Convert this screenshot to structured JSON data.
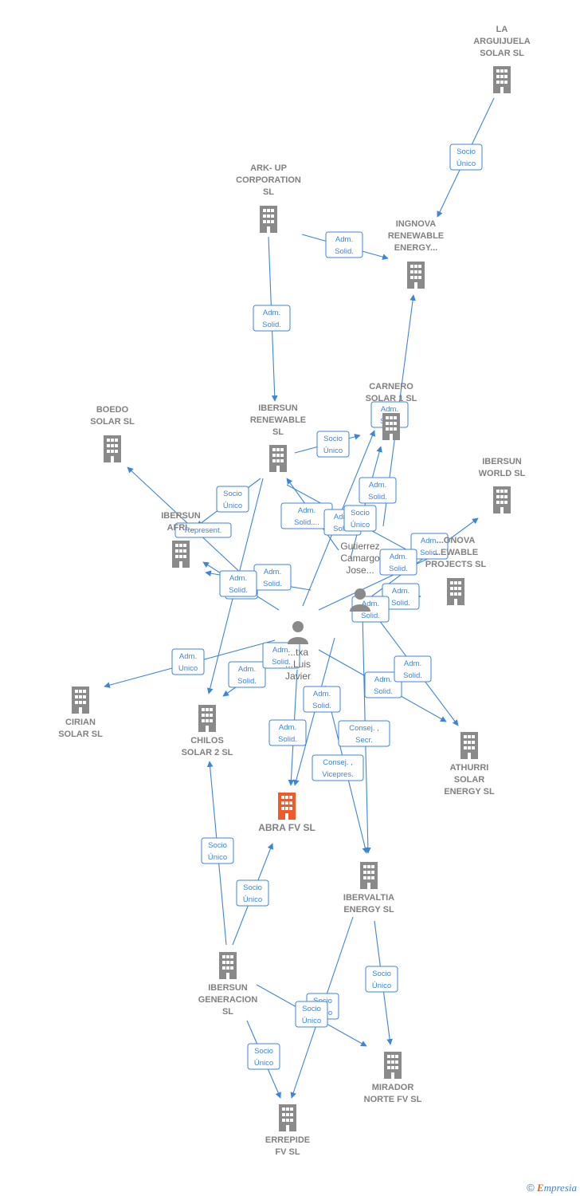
{
  "colors": {
    "edge": "#3d85d8",
    "building": "#8a8a8a",
    "main_building": "#f05a28",
    "person": "#8a8a8a"
  },
  "nodes": [
    {
      "id": "la_arguijuela",
      "kind": "company",
      "icon": "building-icon",
      "lines": [
        "LA",
        "ARGUIJUELA",
        "SOLAR  SL"
      ]
    },
    {
      "id": "ark_up",
      "kind": "company",
      "icon": "building-icon",
      "lines": [
        "ARK- UP",
        "CORPORATION",
        "SL"
      ]
    },
    {
      "id": "ingnova_renewable",
      "kind": "company",
      "icon": "building-icon",
      "lines": [
        "INGNOVA",
        "RENEWABLE",
        "ENERGY..."
      ]
    },
    {
      "id": "carnero_solar",
      "kind": "company",
      "icon": "building-icon",
      "lines": [
        "CARNERO",
        "SOLAR 1  SL"
      ]
    },
    {
      "id": "ibersun_renewable",
      "kind": "company",
      "icon": "building-icon",
      "lines": [
        "IBERSUN",
        "RENEWABLE",
        "SL"
      ]
    },
    {
      "id": "boedo_solar",
      "kind": "company",
      "icon": "building-icon",
      "lines": [
        "BOEDO",
        "SOLAR  SL"
      ]
    },
    {
      "id": "ibersun_world",
      "kind": "company",
      "icon": "building-icon",
      "lines": [
        "IBERSUN",
        "WORLD  SL"
      ]
    },
    {
      "id": "ibersun_africa",
      "kind": "company",
      "icon": "building-icon",
      "lines": [
        "IBERSUN",
        "AFRI..."
      ]
    },
    {
      "id": "ingnova_projects",
      "kind": "company",
      "icon": "building-icon",
      "lines": [
        "...GNOVA",
        "...EWABLE",
        "PROJECTS  SL"
      ]
    },
    {
      "id": "gutierrez",
      "kind": "person",
      "icon": "person-icon",
      "lines": [
        "Gutierrez",
        "Camargo",
        "Jose..."
      ]
    },
    {
      "id": "person_luis",
      "kind": "person",
      "icon": "person-icon",
      "lines": [
        "...txa",
        "...Luis",
        "Javier"
      ]
    },
    {
      "id": "cirian_solar",
      "kind": "company",
      "icon": "building-icon",
      "lines": [
        "CIRIAN",
        "SOLAR  SL"
      ]
    },
    {
      "id": "chilos_solar",
      "kind": "company",
      "icon": "building-icon",
      "lines": [
        "CHILOS",
        "SOLAR 2  SL"
      ]
    },
    {
      "id": "athurri_solar",
      "kind": "company",
      "icon": "building-icon",
      "lines": [
        "ATHURRI",
        "SOLAR",
        "ENERGY  SL"
      ]
    },
    {
      "id": "abra_fv",
      "kind": "main",
      "icon": "building-icon",
      "lines": [
        "ABRA FV  SL"
      ]
    },
    {
      "id": "ibervaltia",
      "kind": "company",
      "icon": "building-icon",
      "lines": [
        "IBERVALTIA",
        "ENERGY  SL"
      ]
    },
    {
      "id": "ibersun_generacion",
      "kind": "company",
      "icon": "building-icon",
      "lines": [
        "IBERSUN",
        "GENERACION",
        "SL"
      ]
    },
    {
      "id": "mirador_norte",
      "kind": "company",
      "icon": "building-icon",
      "lines": [
        "MIRADOR",
        "NORTE FV  SL"
      ]
    },
    {
      "id": "errepide_fv",
      "kind": "company",
      "icon": "building-icon",
      "lines": [
        "ERREPIDE",
        "FV  SL"
      ]
    }
  ],
  "edge_labels": [
    [
      "Socio",
      "Único"
    ],
    [
      "Adm.",
      "Solid."
    ],
    [
      "Adm.",
      "Solid."
    ],
    [
      "Adm.",
      "Solid."
    ],
    [
      "Socio",
      "Único"
    ],
    [
      "Socio",
      "Único"
    ],
    [
      "Represent."
    ],
    [
      "Adm.",
      "Solid."
    ],
    [
      "Adm.",
      "Solid...."
    ],
    [
      "Adm.",
      "Solid."
    ],
    [
      "Socio",
      "Único"
    ],
    [
      "Adm.",
      "Solid."
    ],
    [
      "Adm.",
      "Solid."
    ],
    [
      "Socio",
      "Único"
    ],
    [
      "Adm.",
      "Solid."
    ],
    [
      "Adm.",
      "Solid."
    ],
    [
      "Adm.",
      "Solid."
    ],
    [
      "Adm.",
      "Unico"
    ],
    [
      "Adm.",
      "Solid."
    ],
    [
      "Adm.",
      "Solid."
    ],
    [
      "Adm.",
      "Solid."
    ],
    [
      "Adm.",
      "Solid."
    ],
    [
      "Adm.",
      "Solid."
    ],
    [
      "Consej. ,",
      "Secr."
    ],
    [
      "Consej. ,",
      "Vicepres."
    ],
    [
      "Adm.",
      "Solid."
    ],
    [
      "Adm.",
      "Solid."
    ],
    [
      "Socio",
      "Único"
    ],
    [
      "Socio",
      "Único"
    ],
    [
      "Socio",
      "Único"
    ],
    [
      "Socio",
      "Único"
    ],
    [
      "Socio",
      "Único"
    ],
    [
      "Socio",
      "Único"
    ]
  ],
  "footer": {
    "copyright": "©",
    "brand_first": "E",
    "brand_rest": "mpresia"
  }
}
